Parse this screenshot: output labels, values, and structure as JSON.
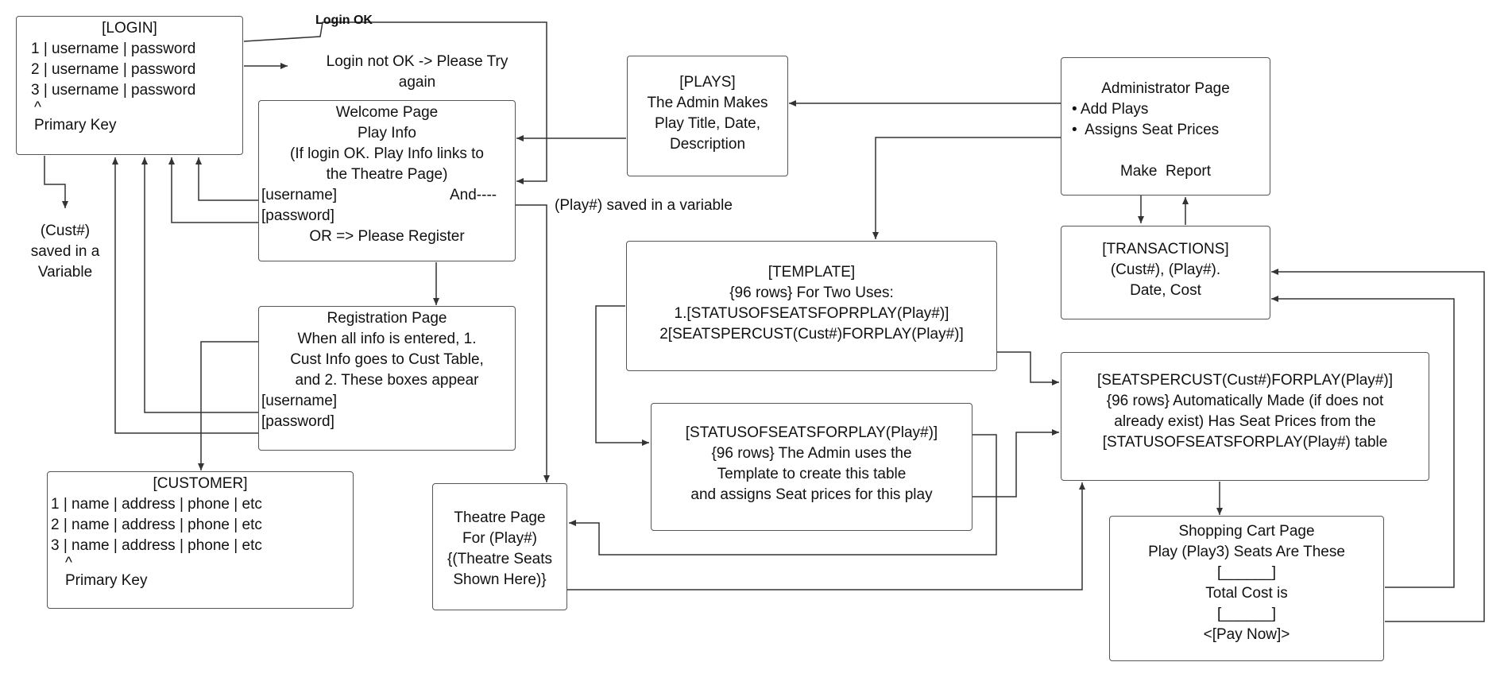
{
  "boxes": {
    "login": {
      "lines": [
        "[LOGIN]",
        "1 | username | password",
        "2 | username | password",
        "3 | username | password",
        "^",
        "Primary Key"
      ]
    },
    "welcome": {
      "lines": [
        "Welcome Page",
        "Play Info",
        "(If login OK. Play Info links to",
        "the Theatre Page)"
      ],
      "username": "[username]",
      "and": "And----",
      "password": "[password]",
      "or_register": "OR => Please Register"
    },
    "registration": {
      "lines": [
        "Registration Page",
        "When all info is entered, 1.",
        "Cust Info goes to Cust Table,",
        "and 2. These boxes appear"
      ],
      "username": "[username]",
      "password": "[password]"
    },
    "customer": {
      "lines": [
        "[CUSTOMER]",
        "1 | name | address | phone | etc",
        "2 | name | address | phone | etc",
        "3 | name | address | phone | etc",
        "^",
        "Primary Key"
      ]
    },
    "plays": {
      "lines": [
        "[PLAYS]",
        "The Admin Makes",
        "Play Title, Date,",
        "Description"
      ]
    },
    "admin": {
      "title": "Administrator Page",
      "bullets": [
        "Add Plays",
        "Assigns Seat Prices"
      ],
      "report": "Make  Report"
    },
    "transactions": {
      "lines": [
        "[TRANSACTIONS]",
        "(Cust#), (Play#).",
        "Date, Cost"
      ]
    },
    "template": {
      "lines": [
        "[TEMPLATE]",
        "{96 rows} For Two Uses:",
        "1.[STATUSOFSEATSFOPRPLAY(Play#)]",
        "2[SEATSPERCUST(Cust#)FORPLAY(Play#)]"
      ]
    },
    "seatspercust": {
      "lines": [
        "[SEATSPERCUST(Cust#)FORPLAY(Play#)]",
        "{96 rows} Automatically Made (if does not",
        "already exist) Has Seat Prices from the",
        "[STATUSOFSEATSFORPLAY(Play#) table"
      ]
    },
    "statusofseats": {
      "lines": [
        "[STATUSOFSEATSFORPLAY(Play#)]",
        "{96 rows} The Admin uses the",
        "Template to create this table",
        "and assigns Seat prices for this play"
      ]
    },
    "theatre": {
      "lines": [
        "Theatre Page",
        "For (Play#)",
        "{(Theatre Seats",
        "Shown Here)}"
      ]
    },
    "cart": {
      "lines": [
        "Shopping Cart Page",
        "Play (Play3) Seats Are These",
        "[______]",
        "Total Cost is",
        "[______]",
        "<[Pay Now]>"
      ]
    }
  },
  "labels": {
    "login_ok": "Login OK",
    "login_not_ok": "Login not OK -> Please Try\nagain",
    "cust_saved": "(Cust#)\nsaved in a\nVariable",
    "play_saved": "(Play#) saved in a variable"
  }
}
